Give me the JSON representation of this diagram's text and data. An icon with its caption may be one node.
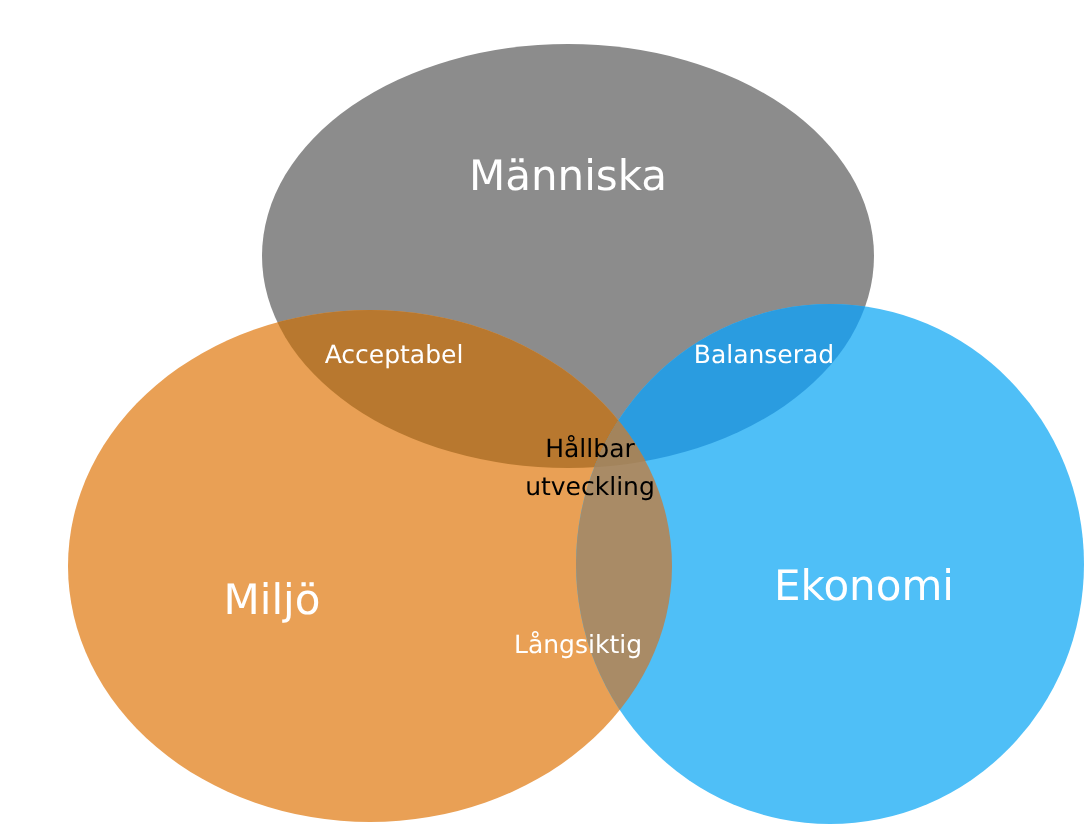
{
  "diagram": {
    "nodes": [
      {
        "text": [
          "Människa"
        ]
      },
      {
        "text": [
          "Miljö"
        ]
      },
      {
        "text": [
          "Ekonomi"
        ]
      }
    ],
    "labels": [
      "Acceptabel",
      "Balanserad",
      "Hållbar utveckling",
      "Långsiktig"
    ]
  }
}
